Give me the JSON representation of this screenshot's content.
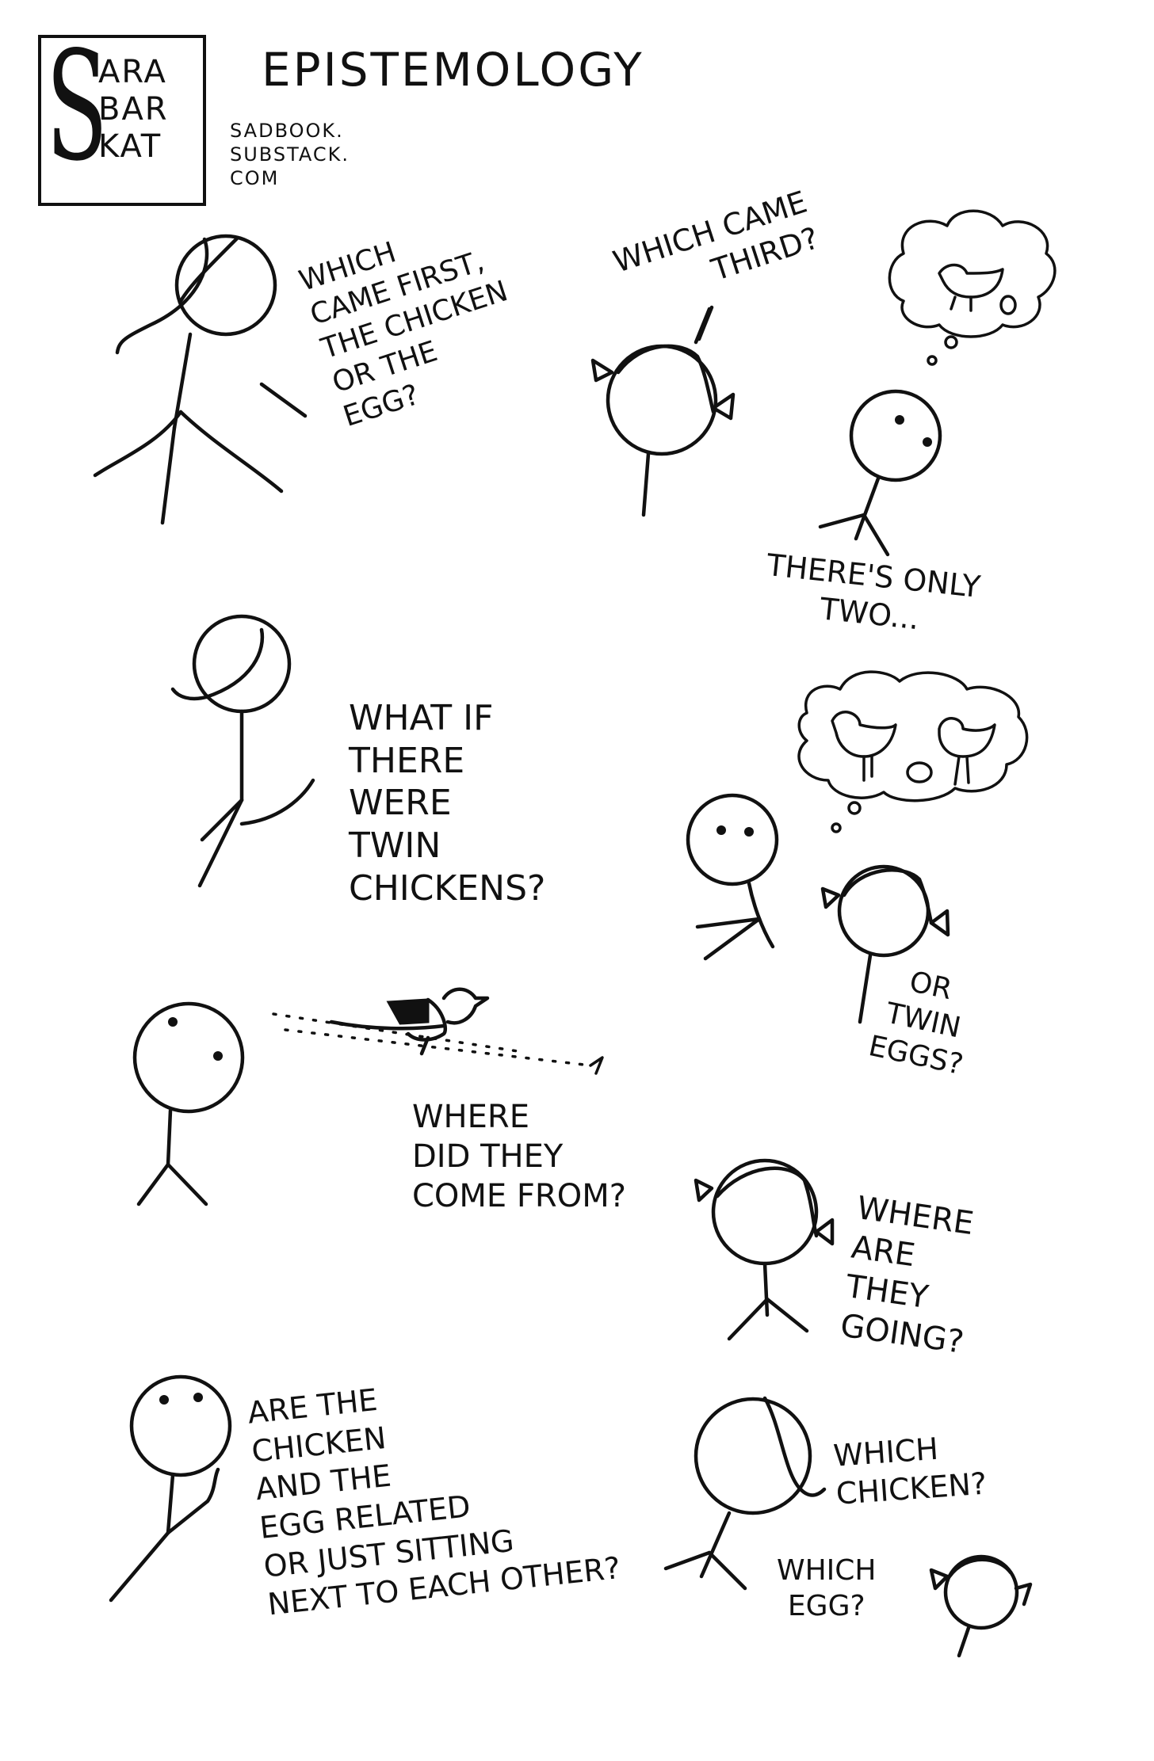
{
  "header": {
    "logo_initial": "S",
    "logo_lines": "ARA\nBAR\nKAT",
    "title": "Epistemology",
    "url": "Sadbook.\nsubstack.\ncom"
  },
  "speech": {
    "q1": "Which\ncame first,\nthe chicken\nor the\negg?",
    "q2": "Which came\nthird?",
    "q3": "There's only\ntwo...",
    "q4": "What if\nthere\nwere\ntwin\nchickens?",
    "q5": "Or\ntwin\neggs?",
    "q6": "Where\ndid they\ncome from?",
    "q7": "Where\nare\nthey\ngoing?",
    "q8": "Are the\nchicken\nand the\negg related\nor just sitting\nnext to each other?",
    "q9": "Which\nchicken?",
    "q10": "Which\negg?"
  },
  "icons": {
    "figures": "stick-figure-icon",
    "thought": "thought-bubble-icon",
    "bird": "chicken-icon",
    "egg": "egg-icon"
  }
}
